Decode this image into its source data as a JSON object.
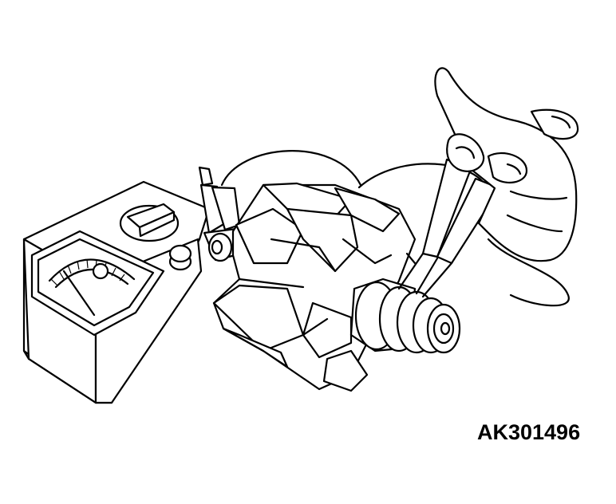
{
  "figure": {
    "code": "AK301496",
    "components": {
      "multimeter": "multimeter-illustration",
      "rotor": "alternator-rotor-illustration",
      "probes": "test-probe-illustration",
      "hand": "hand-illustration"
    },
    "colors": {
      "line": "#000000",
      "background": "#ffffff"
    }
  }
}
